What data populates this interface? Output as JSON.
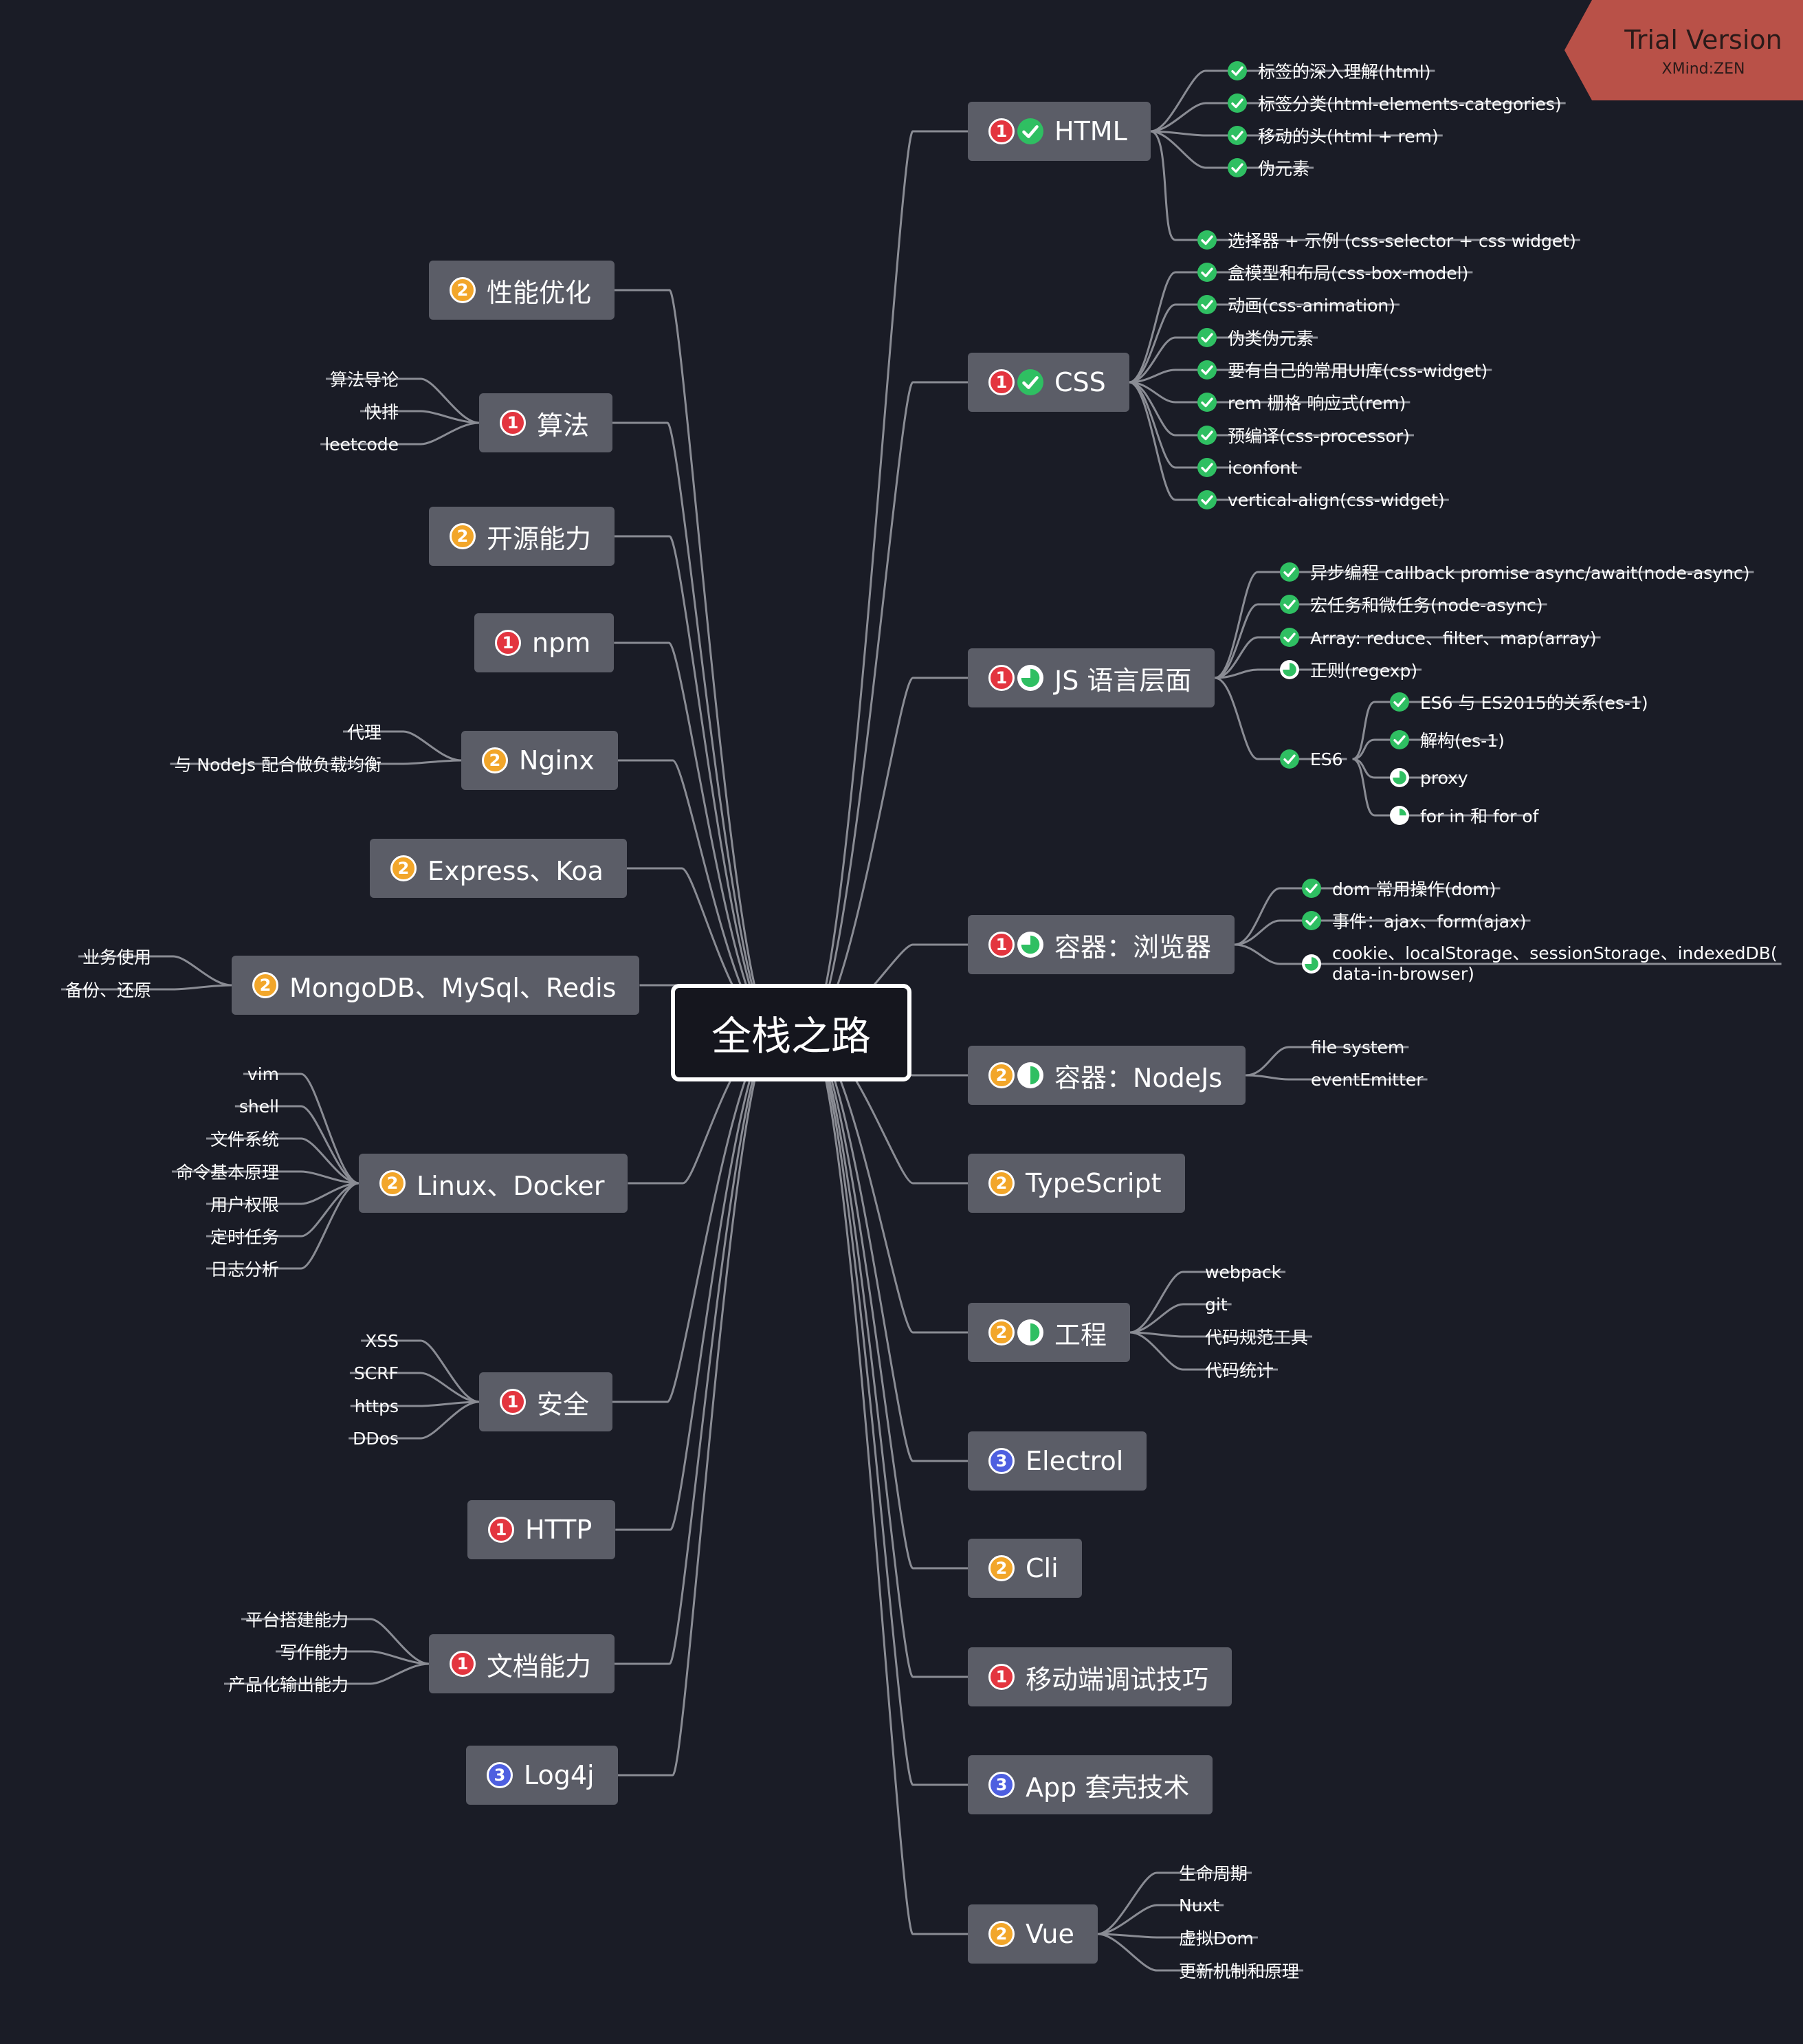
{
  "root": "全栈之路",
  "watermark": {
    "title": "Trial Version",
    "subtitle": "XMind:ZEN"
  },
  "colors": {
    "background": "#1a1c26",
    "topic": "#5b5d67",
    "priority_1": "#e3353f",
    "priority_2": "#f2a62a",
    "priority_3": "#4e5fe0",
    "done": "#2fbf62",
    "watermark": "#b95148"
  },
  "left_topics": [
    {
      "label": "性能优化",
      "priority": 2,
      "children": []
    },
    {
      "label": "算法",
      "priority": 1,
      "children": [
        "算法导论",
        "快排",
        "leetcode"
      ]
    },
    {
      "label": "开源能力",
      "priority": 2,
      "children": []
    },
    {
      "label": "npm",
      "priority": 1,
      "children": []
    },
    {
      "label": "Nginx",
      "priority": 2,
      "children": [
        "代理",
        "与 NodeJs 配合做负载均衡"
      ]
    },
    {
      "label": "Express、Koa",
      "priority": 2,
      "children": []
    },
    {
      "label": "MongoDB、MySql、Redis",
      "priority": 2,
      "children": [
        "业务使用",
        "备份、还原"
      ]
    },
    {
      "label": "Linux、Docker",
      "priority": 2,
      "children": [
        "vim",
        "shell",
        "文件系统",
        "命令基本原理",
        "用户权限",
        "定时任务",
        "日志分析"
      ]
    },
    {
      "label": "安全",
      "priority": 1,
      "children": [
        "XSS",
        "SCRF",
        "https",
        "DDos"
      ]
    },
    {
      "label": "HTTP",
      "priority": 1,
      "children": []
    },
    {
      "label": "文档能力",
      "priority": 1,
      "children": [
        "平台搭建能力",
        "写作能力",
        "产品化输出能力"
      ]
    },
    {
      "label": "Log4j",
      "priority": 3,
      "children": []
    }
  ],
  "right_topics": [
    {
      "label": "HTML",
      "priority": 1,
      "progress": 1.0,
      "children": [
        {
          "label": "标签的深入理解(html)",
          "progress": 1.0
        },
        {
          "label": "标签分类(html-elements-categories)",
          "progress": 1.0
        },
        {
          "label": "移动的头(html + rem)",
          "progress": 1.0
        },
        {
          "label": "伪元素",
          "progress": 1.0
        }
      ]
    },
    {
      "label": "CSS",
      "priority": 1,
      "progress": 1.0,
      "children": [
        {
          "label": "选择器 + 示例 (css-selector + css widget)",
          "progress": 1.0
        },
        {
          "label": "盒模型和布局(css-box-model)",
          "progress": 1.0
        },
        {
          "label": "动画(css-animation)",
          "progress": 1.0
        },
        {
          "label": "伪类伪元素",
          "progress": 1.0
        },
        {
          "label": "要有自己的常用UI库(css-widget)",
          "progress": 1.0
        },
        {
          "label": "rem 栅格 响应式(rem)",
          "progress": 1.0
        },
        {
          "label": "预编译(css-processor)",
          "progress": 1.0
        },
        {
          "label": "iconfont",
          "progress": 1.0
        },
        {
          "label": "vertical-align(css-widget)",
          "progress": 1.0
        }
      ]
    },
    {
      "label": "JS 语言层面",
      "priority": 1,
      "progress": 0.75,
      "children": [
        {
          "label": "异步编程 callback promise async/await(node-async)",
          "progress": 1.0
        },
        {
          "label": "宏任务和微任务(node-async)",
          "progress": 1.0
        },
        {
          "label": "Array: reduce、filter、map(array)",
          "progress": 1.0
        },
        {
          "label": "正则(regexp)",
          "progress": 0.75
        },
        {
          "label": "ES6",
          "progress": 1.0,
          "children": [
            {
              "label": "ES6 与 ES2015的关系(es-1)",
              "progress": 1.0
            },
            {
              "label": "解构(es-1)",
              "progress": 1.0
            },
            {
              "label": "proxy",
              "progress": 0.75
            },
            {
              "label": "for in 和 for of",
              "progress": 0.25
            }
          ]
        }
      ]
    },
    {
      "label": "容器：浏览器",
      "priority": 1,
      "progress": 0.75,
      "children": [
        {
          "label": "dom 常用操作(dom)",
          "progress": 1.0
        },
        {
          "label": "事件：ajax、form(ajax)",
          "progress": 1.0
        },
        {
          "label": "cookie、localStorage、sessionStorage、indexedDB(",
          "label2": "data-in-browser)",
          "progress": 0.75
        }
      ]
    },
    {
      "label": "容器：NodeJs",
      "priority": 2,
      "progress": 0.5,
      "children": [
        {
          "label": "file system"
        },
        {
          "label": "eventEmitter"
        }
      ]
    },
    {
      "label": "TypeScript",
      "priority": 2,
      "children": []
    },
    {
      "label": "工程",
      "priority": 2,
      "progress": 0.5,
      "children": [
        {
          "label": "webpack"
        },
        {
          "label": "git"
        },
        {
          "label": "代码规范工具"
        },
        {
          "label": "代码统计"
        }
      ]
    },
    {
      "label": "Electrol",
      "priority": 3,
      "children": []
    },
    {
      "label": "Cli",
      "priority": 2,
      "children": []
    },
    {
      "label": "移动端调试技巧",
      "priority": 1,
      "children": []
    },
    {
      "label": "App 套壳技术",
      "priority": 3,
      "children": []
    },
    {
      "label": "Vue",
      "priority": 2,
      "children": [
        {
          "label": "生命周期"
        },
        {
          "label": "Nuxt"
        },
        {
          "label": "虚拟Dom"
        },
        {
          "label": "更新机制和原理"
        }
      ]
    }
  ]
}
